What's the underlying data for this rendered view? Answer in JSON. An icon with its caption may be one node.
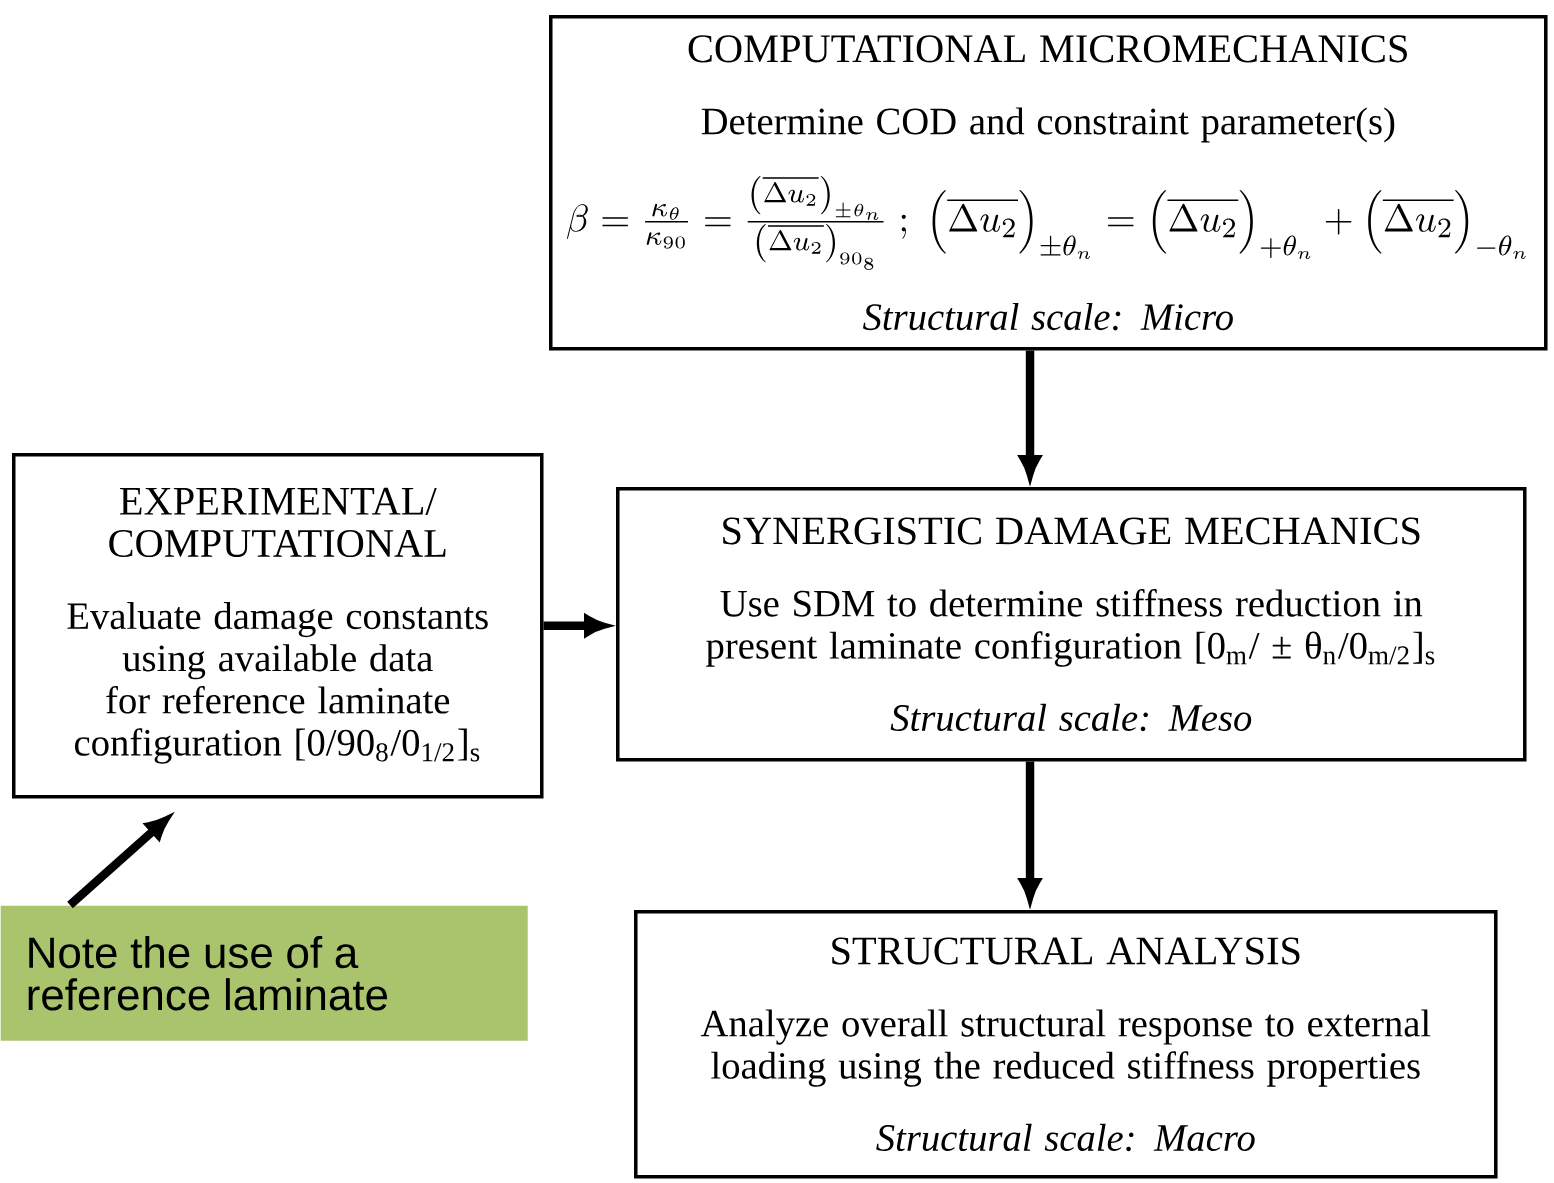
{
  "diagram": {
    "nodes": [
      {
        "text": [
          "COMPUTATIONAL MICROMECHANICS",
          "Determine COD and constraint parameter(s)",
          "\\beta = \\frac{\\kappa_\\theta}{\\kappa_{90}} = \\frac{\\left(\\overline{\\Delta u_2}\\right)_{\\pm\\theta_n}}{\\left(\\overline{\\Delta u_2}\\right)_{90_8}}\\;;\\;\\left(\\overline{\\Delta u_2}\\right)_{\\pm\\theta_n} = \\left(\\overline{\\Delta u_2}\\right)_{+\\theta_n} + \\left(\\overline{\\Delta u_2}\\right)_{-\\theta_n}",
          "Structural scale: Micro"
        ]
      },
      {
        "text": [
          "EXPERIMENTAL/ COMPUTATIONAL",
          "Evaluate damage constants using available data for reference laminate configuration [0/90$_{8}$/0$_{1/2}$]$_{s}$"
        ]
      },
      {
        "text": [
          "SYNERGISTIC DAMAGE MECHANICS",
          "Use SDM to determine stiffness reduction in present laminate configuration [0$_{m}$/ ± θ$_{n}$/0$_{m/2}$]$_{s}$",
          "Structural scale: Meso"
        ]
      },
      {
        "text": [
          "STRUCTURAL ANALYSIS",
          "Analyze overall structural response to external loading using the reduced stiffness properties",
          "Structural scale: Macro"
        ]
      },
      {
        "text": [
          "Note the use of a reference laminate"
        ]
      }
    ],
    "edges": [
      {
        "from": 0,
        "to": 2,
        "arrow": "to"
      },
      {
        "from": 1,
        "to": 2,
        "arrow": "to"
      },
      {
        "from": 2,
        "to": 3,
        "arrow": "to"
      },
      {
        "from": 4,
        "to": 1,
        "arrow": "to"
      }
    ]
  }
}
